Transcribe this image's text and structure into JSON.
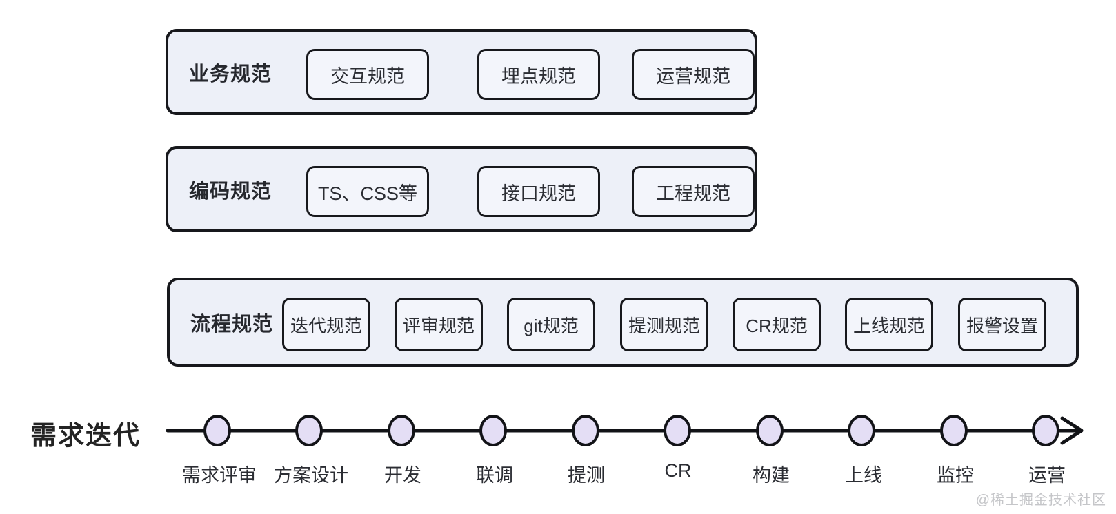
{
  "panels": [
    {
      "label": "业务规范",
      "boxes": [
        "交互规范",
        "埋点规范",
        "运营规范"
      ]
    },
    {
      "label": "编码规范",
      "boxes": [
        "TS、CSS等",
        "接口规范",
        "工程规范"
      ]
    },
    {
      "label": "流程规范",
      "boxes": [
        "迭代规范",
        "评审规范",
        "git规范",
        "提测规范",
        "CR规范",
        "上线规范",
        "报警设置"
      ]
    }
  ],
  "timeline": {
    "label": "需求迭代",
    "stops": [
      "需求评审",
      "方案设计",
      "开发",
      "联调",
      "提测",
      "CR",
      "构建",
      "上线",
      "监控",
      "运营"
    ]
  },
  "watermark": "@稀土掘金技术社区",
  "colors": {
    "panel_bg": "#edf0f8",
    "box_bg": "#f3f5fb",
    "border": "#17181c",
    "circle_fill": "#e4def5",
    "line": "#121317",
    "text": "#26282e",
    "watermark": "#c5c6c9"
  }
}
